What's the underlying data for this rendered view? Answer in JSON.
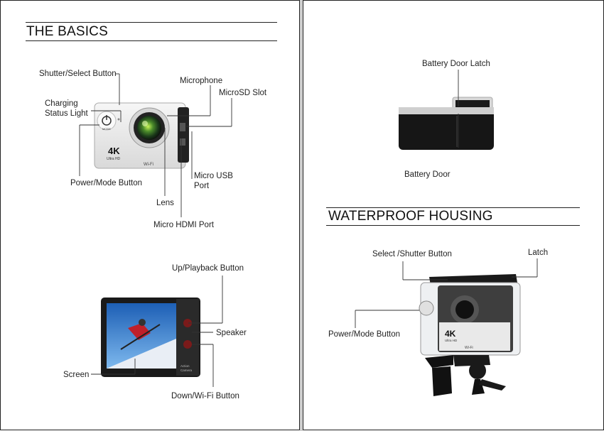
{
  "basics": {
    "title": "THE BASICS",
    "front_labels": {
      "shutter_select": "Shutter/Select Button",
      "microphone": "Microphone",
      "microsd_slot": "MicroSD Slot",
      "charging_status_1": "Charging",
      "charging_status_2": "Status Light",
      "power_mode": "Power/Mode Button",
      "micro_usb_1": "Micro USB",
      "micro_usb_2": "Port",
      "lens": "Lens",
      "micro_hdmi": "Micro HDMI Port"
    },
    "back_labels": {
      "up_playback": "Up/Playback Button",
      "speaker": "Speaker",
      "screen": "Screen",
      "down_wifi": "Down/Wi-Fi Button"
    },
    "camera_print": {
      "mode": "MODE",
      "badge": "4K",
      "badge_sub": "Ultra HD",
      "wifi": "Wi-Fi",
      "back_text_1": "Action",
      "back_text_2": "Camera"
    }
  },
  "top_view": {
    "battery_door_latch": "Battery Door Latch",
    "battery_door": "Battery Door"
  },
  "housing": {
    "title": "WATERPROOF HOUSING",
    "select_shutter": "Select /Shutter Button",
    "latch": "Latch",
    "power_mode": "Power/Mode Button",
    "badge": "4K",
    "badge_sub": "Ultra HD",
    "wifi": "Wi-Fi"
  }
}
